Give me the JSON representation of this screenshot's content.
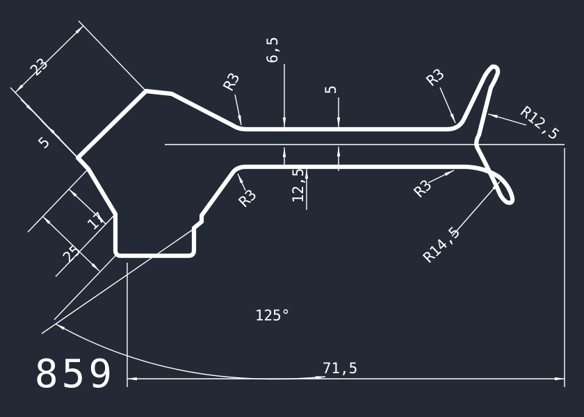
{
  "drawing": {
    "colors": {
      "background": "#232a36",
      "line": "#ffffff"
    },
    "labels": {
      "dim_23": "23",
      "dim_5_left": "5",
      "dim_6_5": "6,5",
      "r3_top_left": "R3",
      "dim_5_top": "5",
      "r3_top_right": "R3",
      "r12_5": "R12,5",
      "dim_17": "17",
      "dim_25": "25",
      "r3_bottom_left": "R3",
      "dim_12_5": "12,5",
      "r3_bottom_right": "R3",
      "r14_5": "R14,5",
      "angle_125": "125°",
      "dim_71_5": "71,5",
      "part_number": "859"
    }
  }
}
